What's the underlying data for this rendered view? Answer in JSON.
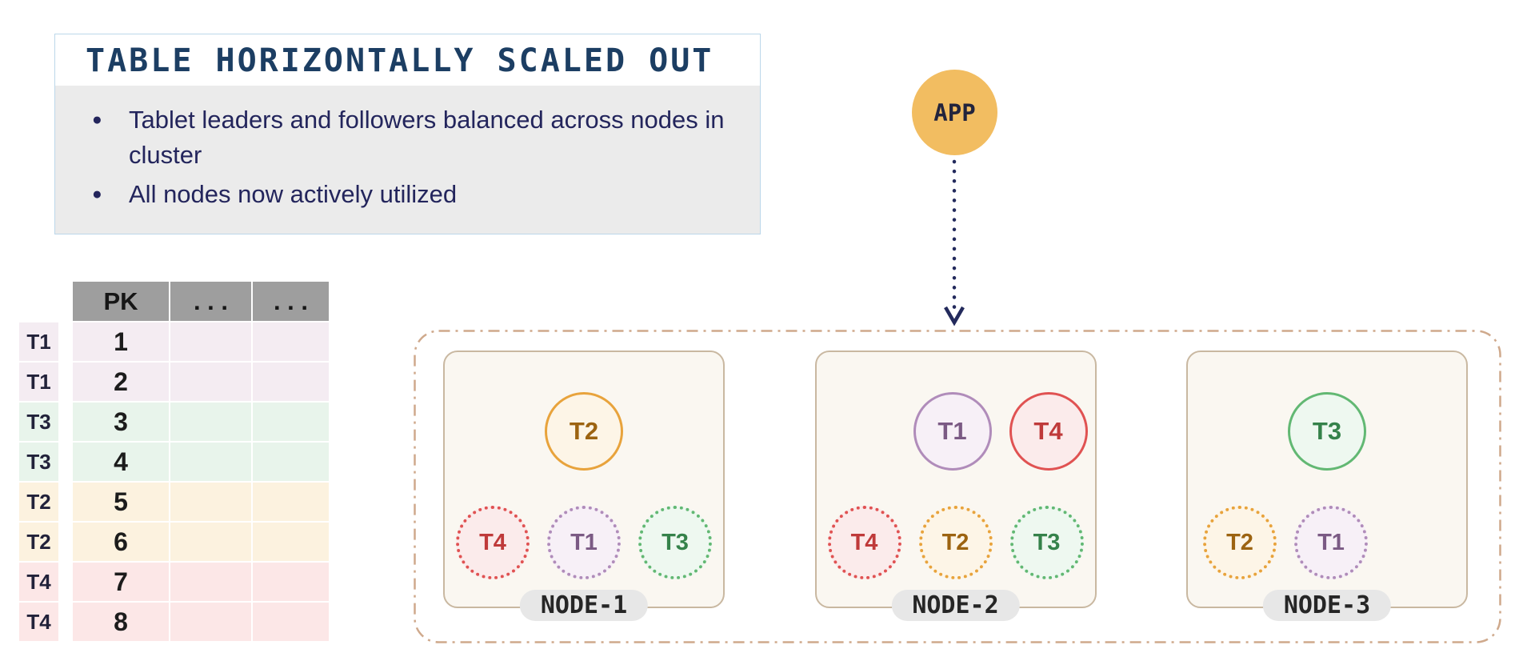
{
  "title_card": {
    "title": "TABLE HORIZONTALLY SCALED OUT",
    "bullets": [
      "Tablet leaders and followers balanced across nodes in cluster",
      "All nodes now actively utilized"
    ]
  },
  "app": {
    "label": "APP"
  },
  "table": {
    "headers": [
      "PK",
      ". . .",
      ". . ."
    ],
    "rows": [
      {
        "tablet": "T1",
        "pk": "1"
      },
      {
        "tablet": "T1",
        "pk": "2"
      },
      {
        "tablet": "T3",
        "pk": "3"
      },
      {
        "tablet": "T3",
        "pk": "4"
      },
      {
        "tablet": "T2",
        "pk": "5"
      },
      {
        "tablet": "T2",
        "pk": "6"
      },
      {
        "tablet": "T4",
        "pk": "7"
      },
      {
        "tablet": "T4",
        "pk": "8"
      }
    ]
  },
  "cluster": {
    "nodes": [
      {
        "label": "NODE-1",
        "leaders": [
          {
            "label": "T2",
            "tablet": "t2"
          }
        ],
        "followers": [
          {
            "label": "T4",
            "tablet": "t4"
          },
          {
            "label": "T1",
            "tablet": "t1"
          },
          {
            "label": "T3",
            "tablet": "t3"
          }
        ]
      },
      {
        "label": "NODE-2",
        "leaders": [
          {
            "label": "T1",
            "tablet": "t1"
          },
          {
            "label": "T4",
            "tablet": "t4"
          }
        ],
        "followers": [
          {
            "label": "T4",
            "tablet": "t4"
          },
          {
            "label": "T2",
            "tablet": "t2"
          },
          {
            "label": "T3",
            "tablet": "t3"
          }
        ]
      },
      {
        "label": "NODE-3",
        "leaders": [
          {
            "label": "T3",
            "tablet": "t3"
          }
        ],
        "followers": [
          {
            "label": "T2",
            "tablet": "t2"
          },
          {
            "label": "T1",
            "tablet": "t1"
          }
        ]
      }
    ]
  },
  "colors": {
    "title_text": "#1c3e63",
    "title_border": "#bcd7ea",
    "bullet_bg": "#ebebeb",
    "bullet_text": "#23255c",
    "app_fill": "#f2bd61",
    "arrow": "#232a5c",
    "table_header_bg": "#9e9e9e",
    "node_bg": "#faf7f1",
    "node_border": "#c9b8a1",
    "cluster_border": "#cfa98c",
    "node_pill_bg": "#e7e7e7",
    "tablets": {
      "t1": {
        "border": "#b08cba",
        "fill": "#f7f0f7",
        "text": "#7b5a84",
        "row_fill": "#f4ecf2"
      },
      "t2": {
        "border": "#e8a33c",
        "fill": "#fdf5e7",
        "text": "#9c6311",
        "row_fill": "#fcf2df"
      },
      "t3": {
        "border": "#62b873",
        "fill": "#eef8f0",
        "text": "#35824a",
        "row_fill": "#e8f4eb"
      },
      "t4": {
        "border": "#e05252",
        "fill": "#fbebeb",
        "text": "#bf3a3a",
        "row_fill": "#fce7e7"
      }
    }
  }
}
